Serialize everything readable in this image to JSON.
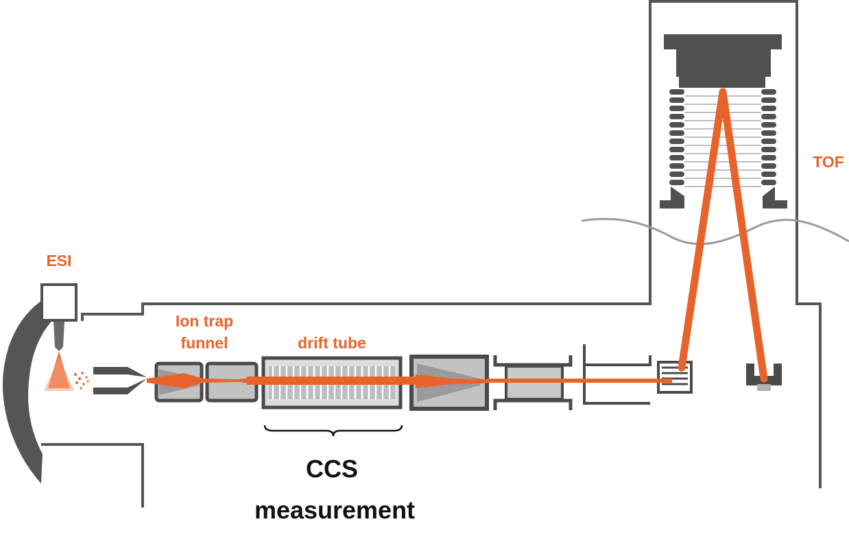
{
  "labels": {
    "esi": "ESI",
    "ion_trap_line1": "Ion trap",
    "ion_trap_line2": "funnel",
    "drift_tube": "drift tube",
    "tof": "TOF",
    "ccs_line1": "CCS",
    "ccs_line2": "measurement"
  },
  "colors": {
    "beam": "#e8632b",
    "housing": "#505050",
    "metal": "#4a4a4a",
    "fill": "#bdbdbd"
  }
}
